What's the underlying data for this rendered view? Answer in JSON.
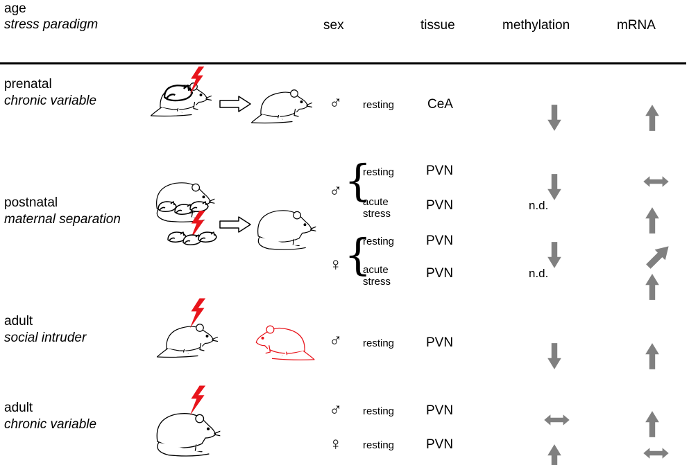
{
  "header": {
    "age": "age",
    "paradigm": "stress paradigm",
    "sex": "sex",
    "tissue": "tissue",
    "methylation": "methylation",
    "mrna": "mRNA"
  },
  "colors": {
    "arrow": "#808080",
    "stress_bolt": "#e8141b",
    "intruder": "#e8141b"
  },
  "symbols": {
    "male": "♂",
    "female": "♀",
    "brace": "{"
  },
  "rows": [
    {
      "age": "prenatal",
      "paradigm": "chronic variable",
      "groups": [
        {
          "sex": "male",
          "condition": "resting",
          "tissue": "CeA",
          "methylation": "down",
          "mrna": "up"
        }
      ]
    },
    {
      "age": "postnatal",
      "paradigm": "maternal separation",
      "groups": [
        {
          "sex": "male",
          "condition": "resting",
          "tissue": "PVN",
          "methylation": "down",
          "mrna": "no change"
        },
        {
          "sex": "male",
          "condition": "acute stress",
          "condition_lines": [
            "acute",
            "stress"
          ],
          "tissue": "PVN",
          "methylation": "n.d.",
          "mrna": "up"
        },
        {
          "sex": "female",
          "condition": "resting",
          "tissue": "PVN",
          "methylation": "down",
          "mrna": "up (diagonal)"
        },
        {
          "sex": "female",
          "condition": "acute stress",
          "condition_lines": [
            "acute",
            "stress"
          ],
          "tissue": "PVN",
          "methylation": "n.d.",
          "mrna": "up"
        }
      ]
    },
    {
      "age": "adult",
      "paradigm": "social intruder",
      "groups": [
        {
          "sex": "male",
          "condition": "resting",
          "tissue": "PVN",
          "methylation": "down",
          "mrna": "up"
        }
      ]
    },
    {
      "age": "adult",
      "paradigm": "chronic variable",
      "groups": [
        {
          "sex": "male",
          "condition": "resting",
          "tissue": "PVN",
          "methylation": "no change",
          "mrna": "up"
        },
        {
          "sex": "female",
          "condition": "resting",
          "tissue": "PVN",
          "methylation": "up",
          "mrna": "no change"
        }
      ]
    }
  ],
  "icons": [
    "stressed-pregnant-mouse-icon",
    "transition-arrow-icon",
    "offspring-mouse-icon",
    "mother-rat-with-pups-icon",
    "separated-pups-icon",
    "rat-icon",
    "intruder-rat-icon",
    "lightning-bolt-icon"
  ]
}
